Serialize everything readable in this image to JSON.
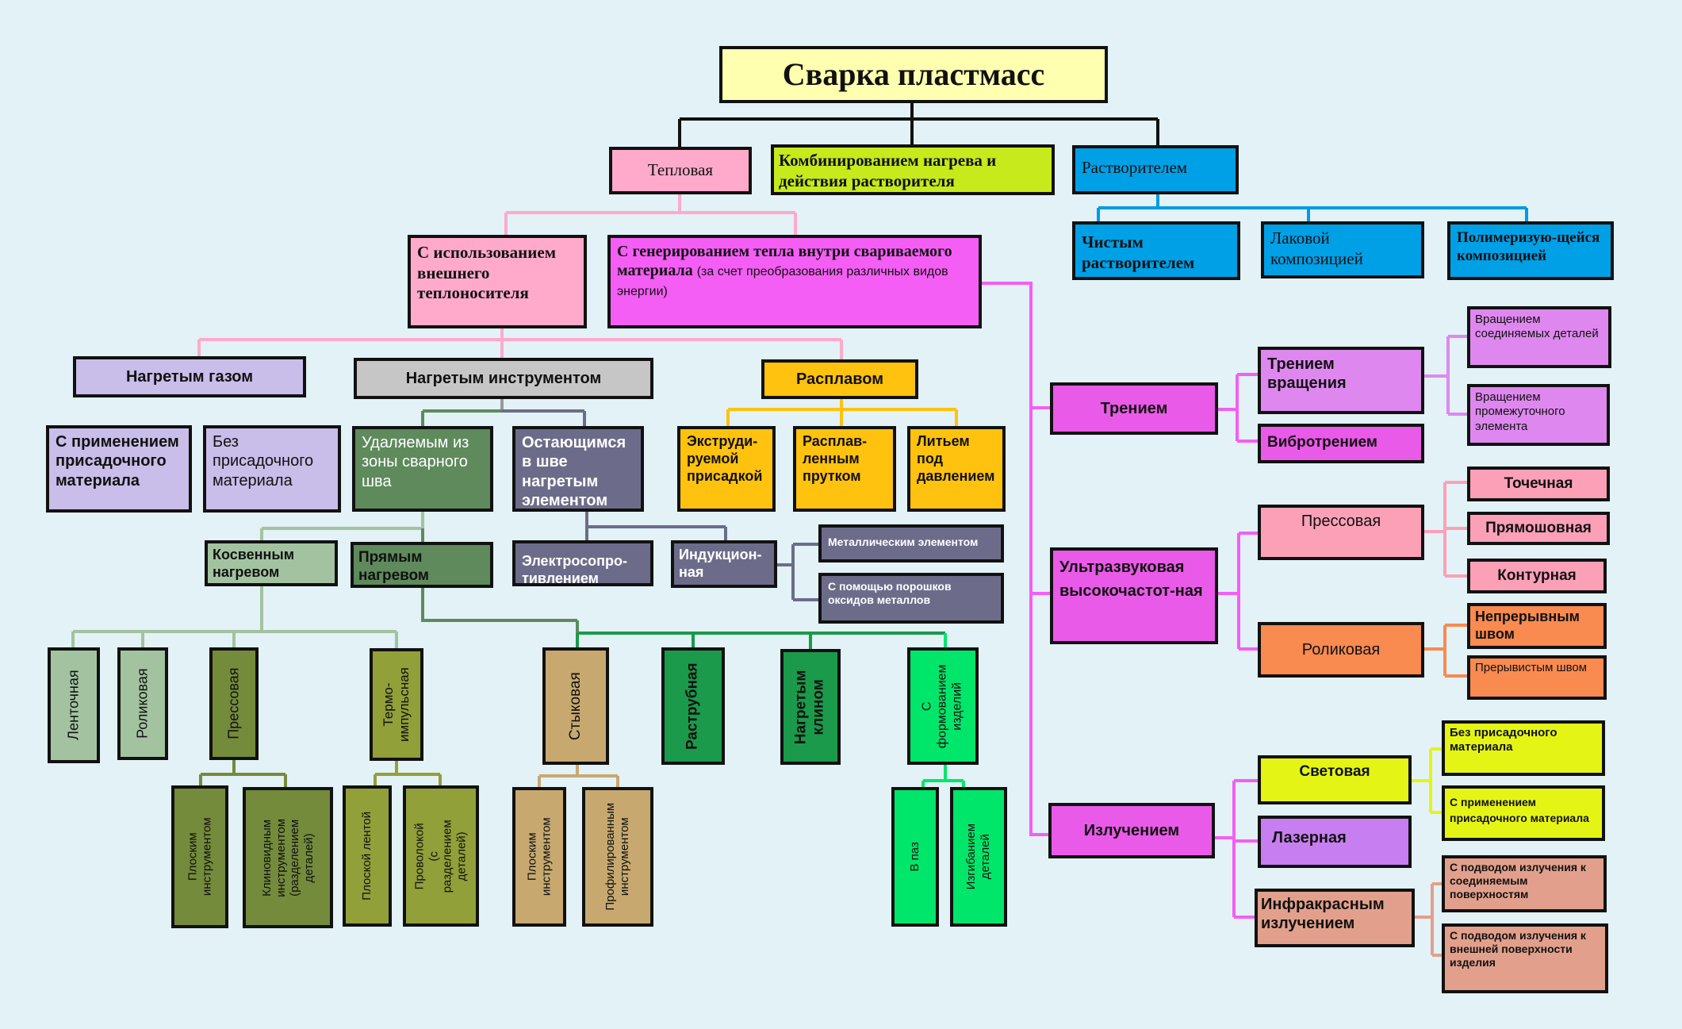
{
  "title": "Сварка пластмасс",
  "branches": {
    "thermal": "Тепловая",
    "combined": "Комбинированием нагрева и действия растворителя",
    "solvent": "Растворителем"
  },
  "solvent_children": {
    "pure": "Чистым растворителем",
    "lacquer": "Лаковой композицией",
    "polymer": "Полимеризую-щейся композицией"
  },
  "thermal_children": {
    "external": "С использованием внешнего теплоносителя",
    "internal": "С генерированием тепла внутри свариваемого материала",
    "internal_note": "(за счет преобразования различных видов энергии)"
  },
  "external_methods": {
    "gas": "Нагретым газом",
    "tool": "Нагретым инструментом",
    "melt": "Расплавом"
  },
  "gas_children": {
    "with_filler": "С применением присадочного материала",
    "without_filler": "Без присадочного материала"
  },
  "tool_children": {
    "removed": "Удаляемым из зоны сварного шва",
    "remaining": "Остающимся в шве нагретым элементом"
  },
  "melt_children": {
    "extruded": "Экструди-руемой присадкой",
    "rod": "Расплав-ленным прутком",
    "pressure": "Литьем под давлением"
  },
  "removed_children": {
    "indirect": "Косвенным нагревом",
    "direct": "Прямым нагревом"
  },
  "remaining_children": {
    "resistance": "Электросопро-тивлением",
    "induction": "Индукцион-ная"
  },
  "induction_children": {
    "metal": "Металлическим элементом",
    "powder": "С помощью порошков оксидов металлов"
  },
  "indirect_children": {
    "tape": "Ленточная",
    "roller": "Роликовая",
    "press": "Прессовая",
    "thermo": "Термо-импульсная"
  },
  "press_children": {
    "flat": "Плоским инструментом",
    "wedge": "Клиновидным инструментом (разделением деталей)"
  },
  "thermo_children": {
    "tape": "Плоской лентой",
    "wire": "Проволокой (с разделением деталей)"
  },
  "direct_children": {
    "butt": "Стыковая",
    "socket": "Раструбная",
    "wedge": "Нагретым клином",
    "forming": "С формованием изделий"
  },
  "butt_children": {
    "flat": "Плоским инструментом",
    "profiled": "Профилированным инструментом"
  },
  "forming_children": {
    "groove": "В паз",
    "bend": "Изгибанием деталей"
  },
  "internal_methods": {
    "friction": "Трением",
    "ultrasonic": "Ультразвуковая высокочастот-ная",
    "radiation": "Излучением"
  },
  "friction_children": {
    "rotation": "Трением вращения",
    "vibration": "Вибротрением"
  },
  "rotation_children": {
    "joined": "Вращением соединяемых деталей",
    "intermediate": "Вращением промежуточного элемента"
  },
  "ultrasonic_children": {
    "press": "Прессовая",
    "roller": "Роликовая"
  },
  "us_press_children": {
    "spot": "Точечная",
    "rect": "Прямошовная",
    "contour": "Контурная"
  },
  "us_roller_children": {
    "continuous": "Непрерывным швом",
    "intermittent": "Прерывистым швом"
  },
  "radiation_children": {
    "light": "Световая",
    "laser": "Лазерная",
    "infrared": "Инфракрасным излучением"
  },
  "light_children": {
    "without_filler": "Без присадочного материала",
    "with_filler": "С применением присадочного материала"
  },
  "infrared_children": {
    "to_surfaces": "С подводом излучения к соединяемым поверхностям",
    "to_outer": "С подводом излучения к внешней поверхности изделия"
  },
  "colors": {
    "title": "#ffffb0",
    "thermal": "#ffaacb",
    "combined": "#c6ea1c",
    "solvent": "#00a0e6",
    "external": "#ffaacb",
    "internal": "#f45ef5",
    "gas": "#c9bde9",
    "tool": "#c6c6c6",
    "melt": "#ffc20e",
    "removed": "#5e8a5c",
    "remaining": "#6c6c8a",
    "light_green": "#a3c3a0",
    "olive": "#748b3b",
    "olive_light": "#91a038",
    "tan": "#c7a970",
    "green": "#1a9a4a",
    "bright_green": "#00e66a",
    "friction": "#ea5ae8",
    "lavender": "#de88ef",
    "pink": "#fca0b8",
    "orange": "#f98a50",
    "yellow": "#e4f515",
    "violet": "#c77ef0",
    "salmon": "#e2a08c"
  }
}
